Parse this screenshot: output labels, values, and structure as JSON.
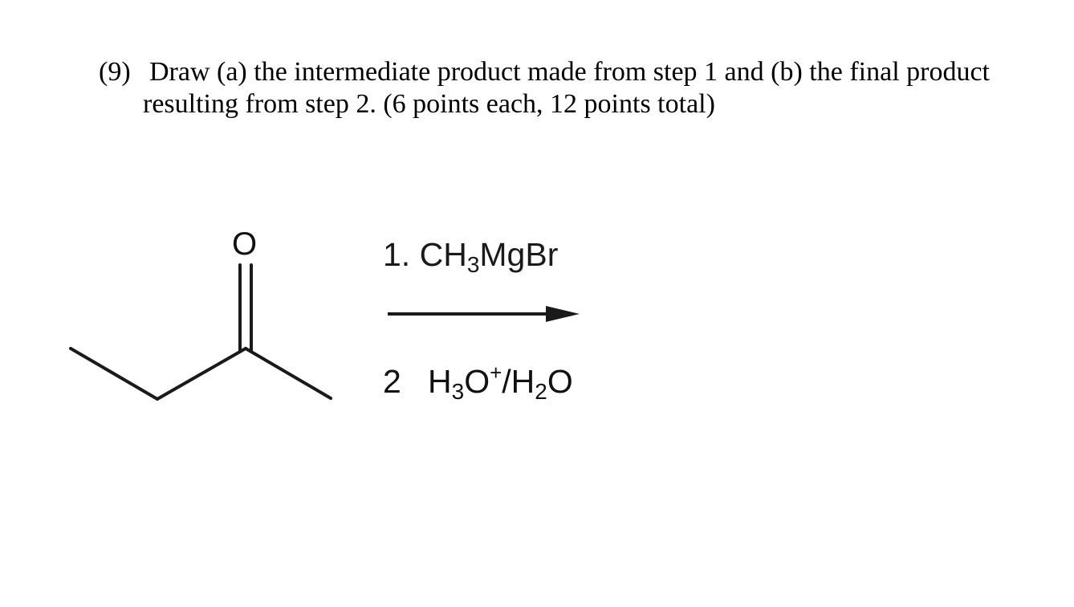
{
  "question": {
    "number": "(9)",
    "line1": "Draw (a) the intermediate product made from step 1 and (b) the final product",
    "line2": "resulting from step 2. (6 points each, 12 points total)"
  },
  "molecule": {
    "name": "2-butanone",
    "oxygen_label": "O"
  },
  "reagents": {
    "step1": {
      "number": "1.",
      "formula_pre": "CH",
      "formula_sub": "3",
      "formula_post": "MgBr"
    },
    "step2": {
      "number": "2",
      "h": "H",
      "h_sub": "3",
      "o": "O",
      "charge": "+",
      "slash": "/H",
      "water_sub": "2",
      "water_o": "O"
    }
  }
}
